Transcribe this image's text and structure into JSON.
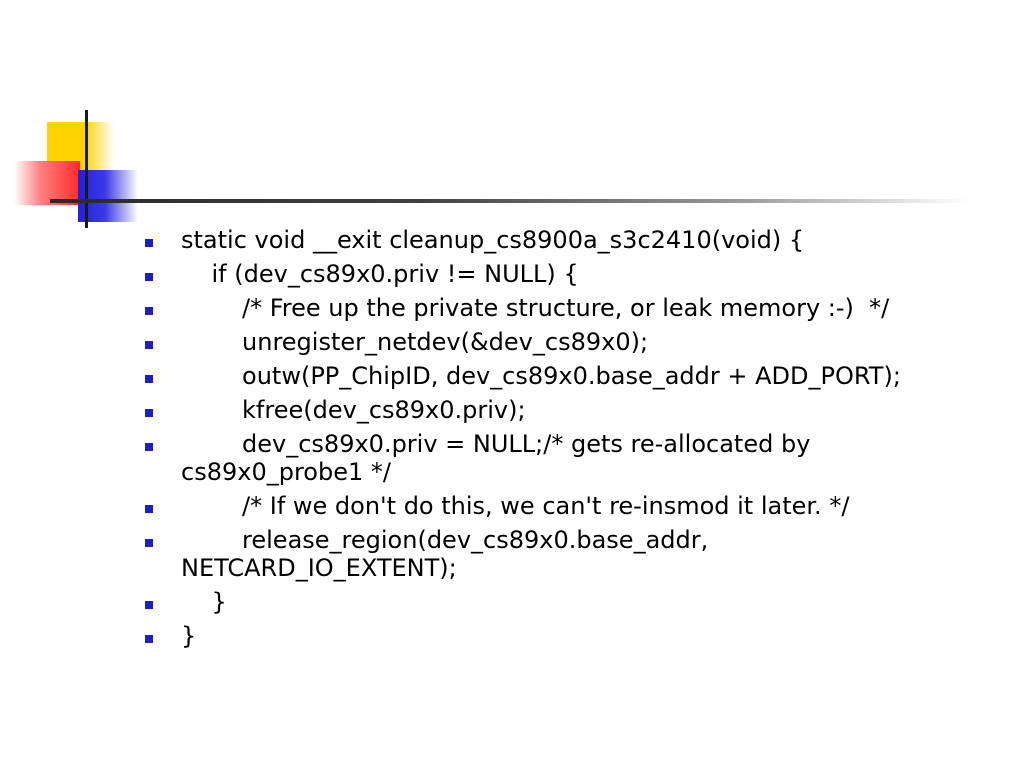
{
  "slide": {
    "accent_colors": {
      "yellow": "#ffd200",
      "red": "#ff2a2a",
      "blue": "#2020e0",
      "bullet": "#1e1ec8"
    },
    "bullets": [
      {
        "text": "static void __exit cleanup_cs8900a_s3c2410(void) {"
      },
      {
        "text": "    if (dev_cs89x0.priv != NULL) {"
      },
      {
        "text": "        /* Free up the private structure, or leak memory :-)  */"
      },
      {
        "text": "        unregister_netdev(&dev_cs89x0);"
      },
      {
        "text": "        outw(PP_ChipID, dev_cs89x0.base_addr + ADD_PORT);"
      },
      {
        "text": "        kfree(dev_cs89x0.priv);"
      },
      {
        "text": "        dev_cs89x0.priv = NULL;/* gets re-allocated by cs89x0_probe1 */"
      },
      {
        "text": "        /* If we don't do this, we can't re-insmod it later. */"
      },
      {
        "text": "        release_region(dev_cs89x0.base_addr, NETCARD_IO_EXTENT);"
      },
      {
        "text": "    }"
      },
      {
        "text": "}"
      }
    ]
  }
}
